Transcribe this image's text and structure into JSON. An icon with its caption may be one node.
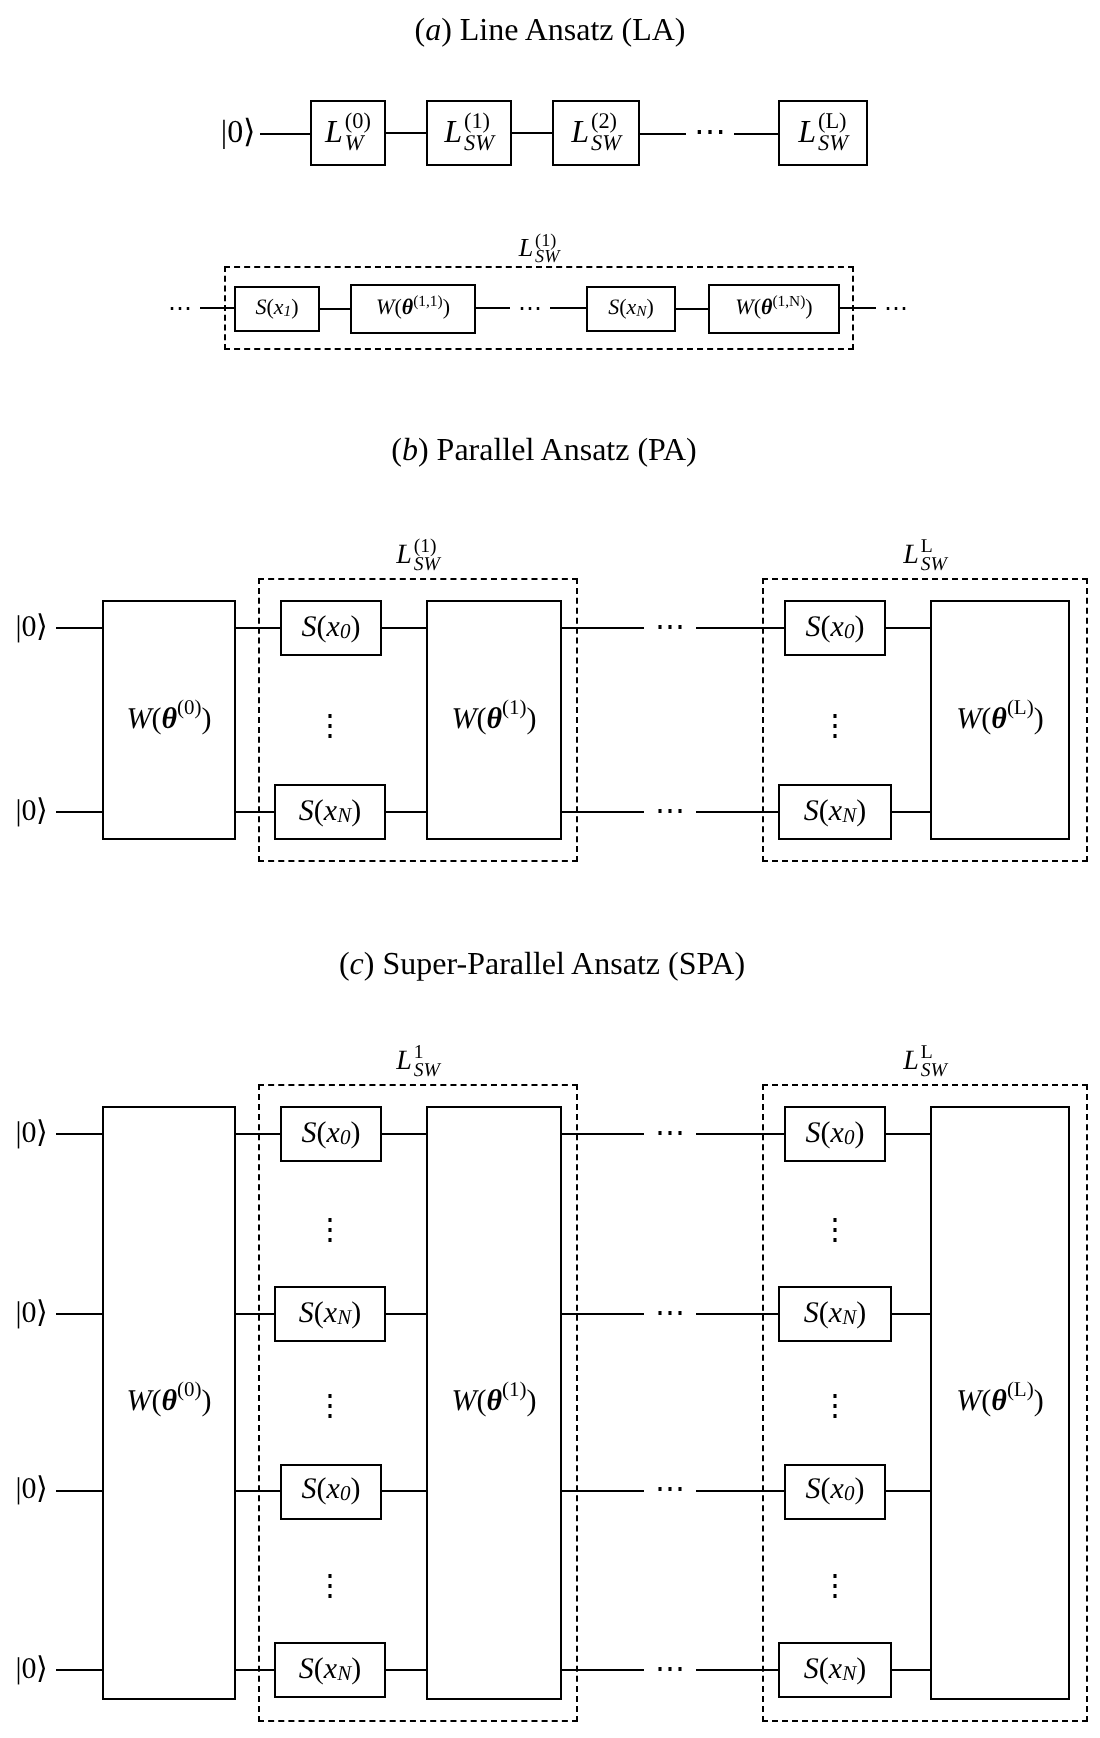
{
  "diagram": {
    "nodes": [
      {
        "text": [
          "|0⟩"
        ]
      },
      {
        "text": [
          "*L*$^{(0)}$$_{W}$"
        ]
      },
      {
        "text": [
          "*L*$^{(1)}$$_{SW}$"
        ]
      },
      {
        "text": [
          "*L*$^{(2)}$$_{SW}$"
        ]
      },
      {
        "text": [
          "⋯"
        ]
      },
      {
        "text": [
          "*L*$^{(L)}$$_{SW}$"
        ]
      },
      {
        "text": [
          "*L*$^{(1)}$$_{SW}$"
        ]
      },
      {
        "text": [
          "⋯"
        ]
      },
      {
        "text": [
          "*S*(*x*$_{1}$)"
        ],
        "in": 6
      },
      {
        "text": [
          "*W*(**θ**$^{(1,1)}$)"
        ],
        "in": 6
      },
      {
        "text": [
          "⋯"
        ],
        "in": 6
      },
      {
        "text": [
          "*S*(*x*$_{N}$)"
        ],
        "in": 6
      },
      {
        "text": [
          "*W*(**θ**$^{(1,N)}$)"
        ],
        "in": 6
      },
      {
        "text": [
          "⋯"
        ]
      },
      {
        "text": [
          "|0⟩"
        ]
      },
      {
        "text": [
          "|0⟩"
        ]
      },
      {
        "text": [
          "*W*(**θ**$^{(0)}$)"
        ]
      },
      {
        "text": [
          "*L*$^{(1)}$$_{SW}$"
        ]
      },
      {
        "text": [
          "*S*(*x*$_{0}$)"
        ],
        "in": 17
      },
      {
        "text": [
          "*S*(*x*$_{N}$)"
        ],
        "in": 17
      },
      {
        "text": [
          "*W*(**θ**$^{(1)}$)"
        ],
        "in": 17
      },
      {
        "text": [
          "⋯"
        ]
      },
      {
        "text": [
          "⋯"
        ]
      },
      {
        "text": [
          "*L*$^{L}$$_{SW}$"
        ]
      },
      {
        "text": [
          "*S*(*x*$_{0}$)"
        ],
        "in": 23
      },
      {
        "text": [
          "*S*(*x*$_{N}$)"
        ],
        "in": 23
      },
      {
        "text": [
          "*W*(**θ**$^{(L)}$)"
        ],
        "in": 23
      },
      {
        "text": [
          "|0⟩"
        ]
      },
      {
        "text": [
          "|0⟩"
        ]
      },
      {
        "text": [
          "|0⟩"
        ]
      },
      {
        "text": [
          "|0⟩"
        ]
      },
      {
        "text": [
          "*W*(**θ**$^{(0)}$)"
        ]
      },
      {
        "text": [
          "*L*$^{1}$$_{SW}$"
        ]
      },
      {
        "text": [
          "*S*(*x*$_{0}$)"
        ],
        "in": 32
      },
      {
        "text": [
          "*S*(*x*$_{N}$)"
        ],
        "in": 32
      },
      {
        "text": [
          "*S*(*x*$_{0}$)"
        ],
        "in": 32
      },
      {
        "text": [
          "*S*(*x*$_{N}$)"
        ],
        "in": 32
      },
      {
        "text": [
          "*W*(**θ**$^{(1)}$)"
        ],
        "in": 32
      },
      {
        "text": [
          "⋯"
        ]
      },
      {
        "text": [
          "⋯"
        ]
      },
      {
        "text": [
          "⋯"
        ]
      },
      {
        "text": [
          "⋯"
        ]
      },
      {
        "text": [
          "*L*$^{L}$$_{SW}$"
        ]
      },
      {
        "text": [
          "*S*(*x*$_{0}$)"
        ],
        "in": 42
      },
      {
        "text": [
          "*S*(*x*$_{N}$)"
        ],
        "in": 42
      },
      {
        "text": [
          "*S*(*x*$_{0}$)"
        ],
        "in": 42
      },
      {
        "text": [
          "*S*(*x*$_{N}$)"
        ],
        "in": 42
      },
      {
        "text": [
          "*W*(**θ**$^{(L)}$)"
        ],
        "in": 42
      }
    ],
    "edges": [
      {
        "from": 0,
        "to": 1,
        "arrow": "none"
      },
      {
        "from": 1,
        "to": 2,
        "arrow": "none"
      },
      {
        "from": 2,
        "to": 3,
        "arrow": "none"
      },
      {
        "from": 3,
        "to": 4,
        "arrow": "none"
      },
      {
        "from": 4,
        "to": 5,
        "arrow": "none"
      },
      {
        "from": 7,
        "to": 8,
        "arrow": "none"
      },
      {
        "from": 8,
        "to": 9,
        "arrow": "none"
      },
      {
        "from": 9,
        "to": 10,
        "arrow": "none"
      },
      {
        "from": 10,
        "to": 11,
        "arrow": "none"
      },
      {
        "from": 11,
        "to": 12,
        "arrow": "none"
      },
      {
        "from": 12,
        "to": 13,
        "arrow": "none"
      },
      {
        "from": 14,
        "to": 16,
        "arrow": "none"
      },
      {
        "from": 15,
        "to": 16,
        "arrow": "none"
      },
      {
        "from": 16,
        "to": 18,
        "arrow": "none"
      },
      {
        "from": 16,
        "to": 19,
        "arrow": "none"
      },
      {
        "from": 18,
        "to": 20,
        "arrow": "none"
      },
      {
        "from": 19,
        "to": 20,
        "arrow": "none"
      },
      {
        "from": 20,
        "to": 21,
        "arrow": "none"
      },
      {
        "from": 20,
        "to": 22,
        "arrow": "none"
      },
      {
        "from": 21,
        "to": 24,
        "arrow": "none"
      },
      {
        "from": 22,
        "to": 25,
        "arrow": "none"
      },
      {
        "from": 24,
        "to": 26,
        "arrow": "none"
      },
      {
        "from": 25,
        "to": 26,
        "arrow": "none"
      },
      {
        "from": 27,
        "to": 31,
        "arrow": "none"
      },
      {
        "from": 28,
        "to": 31,
        "arrow": "none"
      },
      {
        "from": 29,
        "to": 31,
        "arrow": "none"
      },
      {
        "from": 30,
        "to": 31,
        "arrow": "none"
      },
      {
        "from": 31,
        "to": 33,
        "arrow": "none"
      },
      {
        "from": 31,
        "to": 34,
        "arrow": "none"
      },
      {
        "from": 31,
        "to": 35,
        "arrow": "none"
      },
      {
        "from": 31,
        "to": 36,
        "arrow": "none"
      },
      {
        "from": 33,
        "to": 37,
        "arrow": "none"
      },
      {
        "from": 34,
        "to": 37,
        "arrow": "none"
      },
      {
        "from": 35,
        "to": 37,
        "arrow": "none"
      },
      {
        "from": 36,
        "to": 37,
        "arrow": "none"
      },
      {
        "from": 37,
        "to": 38,
        "arrow": "none"
      },
      {
        "from": 37,
        "to": 39,
        "arrow": "none"
      },
      {
        "from": 37,
        "to": 40,
        "arrow": "none"
      },
      {
        "from": 37,
        "to": 41,
        "arrow": "none"
      },
      {
        "from": 38,
        "to": 43,
        "arrow": "none"
      },
      {
        "from": 39,
        "to": 44,
        "arrow": "none"
      },
      {
        "from": 40,
        "to": 45,
        "arrow": "none"
      },
      {
        "from": 41,
        "to": 46,
        "arrow": "none"
      },
      {
        "from": 43,
        "to": 47,
        "arrow": "none"
      },
      {
        "from": 44,
        "to": 47,
        "arrow": "none"
      },
      {
        "from": 45,
        "to": 47,
        "arrow": "none"
      },
      {
        "from": 46,
        "to": 47,
        "arrow": "none"
      }
    ],
    "labels": [
      "(*a*) Line Ansatz (LA)",
      "(*b*) Parallel Ansatz (PA)",
      "⋮",
      "⋮",
      "(*c*) Super-Parallel Ansatz (SPA)",
      "⋮",
      "⋮",
      "⋮",
      "⋮",
      "⋮",
      "⋮"
    ]
  }
}
